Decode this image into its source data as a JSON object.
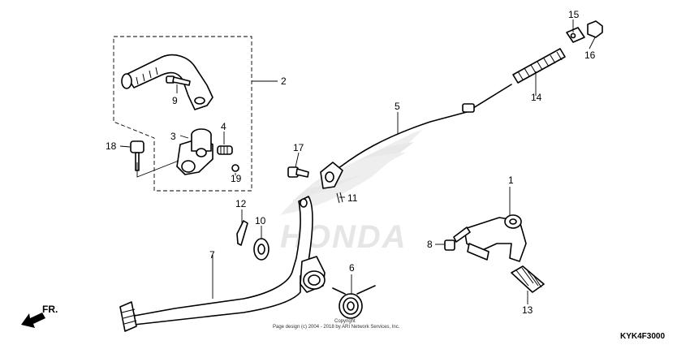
{
  "callouts": [
    "1",
    "2",
    "3",
    "4",
    "5",
    "6",
    "7",
    "8",
    "9",
    "10",
    "11",
    "12",
    "13",
    "14",
    "15",
    "16",
    "17",
    "18",
    "19"
  ],
  "front_marker": "FR.",
  "watermark": "HONDA",
  "copyright_line1": "Copyright",
  "copyright_line2": "Page design (c) 2004 - 2018 by ARI Network Services, Inc.",
  "diagram_code": "KYK4F3000",
  "colors": {
    "line": "#000000",
    "watermark": "#e6e6e6",
    "background": "#ffffff"
  }
}
